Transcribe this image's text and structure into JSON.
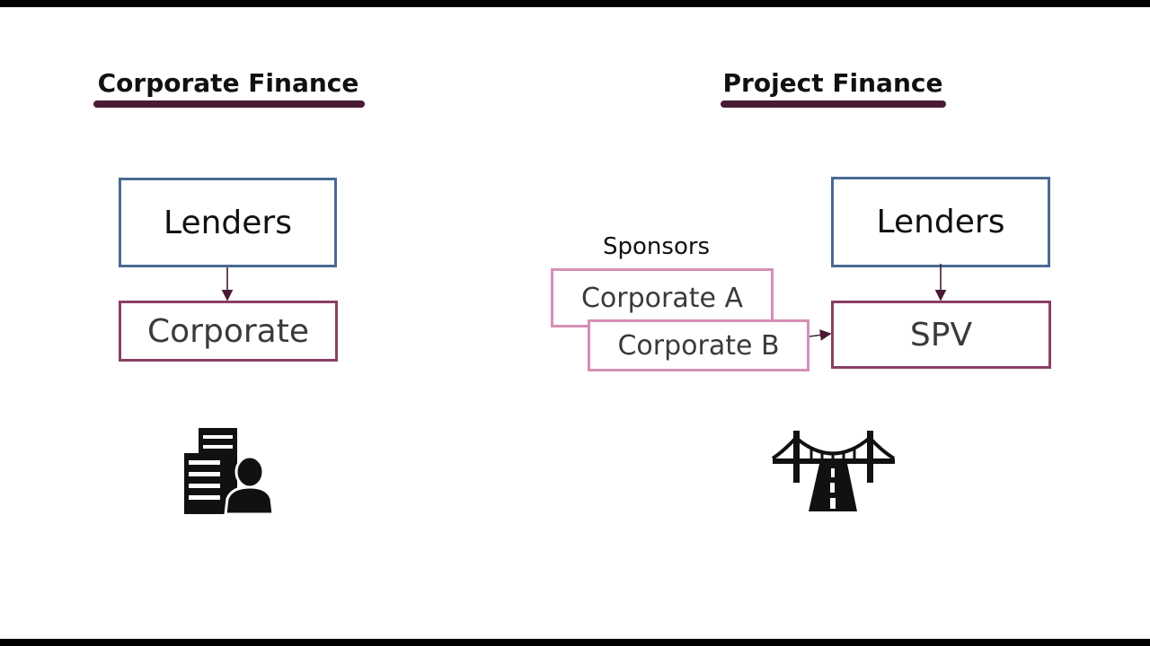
{
  "left": {
    "heading": "Corporate Finance",
    "lenders": "Lenders",
    "borrower": "Corporate",
    "icon": "business-person-building-icon"
  },
  "right": {
    "heading": "Project Finance",
    "lenders": "Lenders",
    "sponsors_label": "Sponsors",
    "sponsor_a": "Corporate A",
    "sponsor_b": "Corporate B",
    "spv": "SPV",
    "icon": "bridge-road-icon"
  },
  "colors": {
    "heading_underline": "#4a1b33",
    "lenders_border": "#4a6a94",
    "borrower_border": "#8b3f66",
    "sponsor_border": "#d58fb5",
    "arrow": "#4a1b33"
  }
}
